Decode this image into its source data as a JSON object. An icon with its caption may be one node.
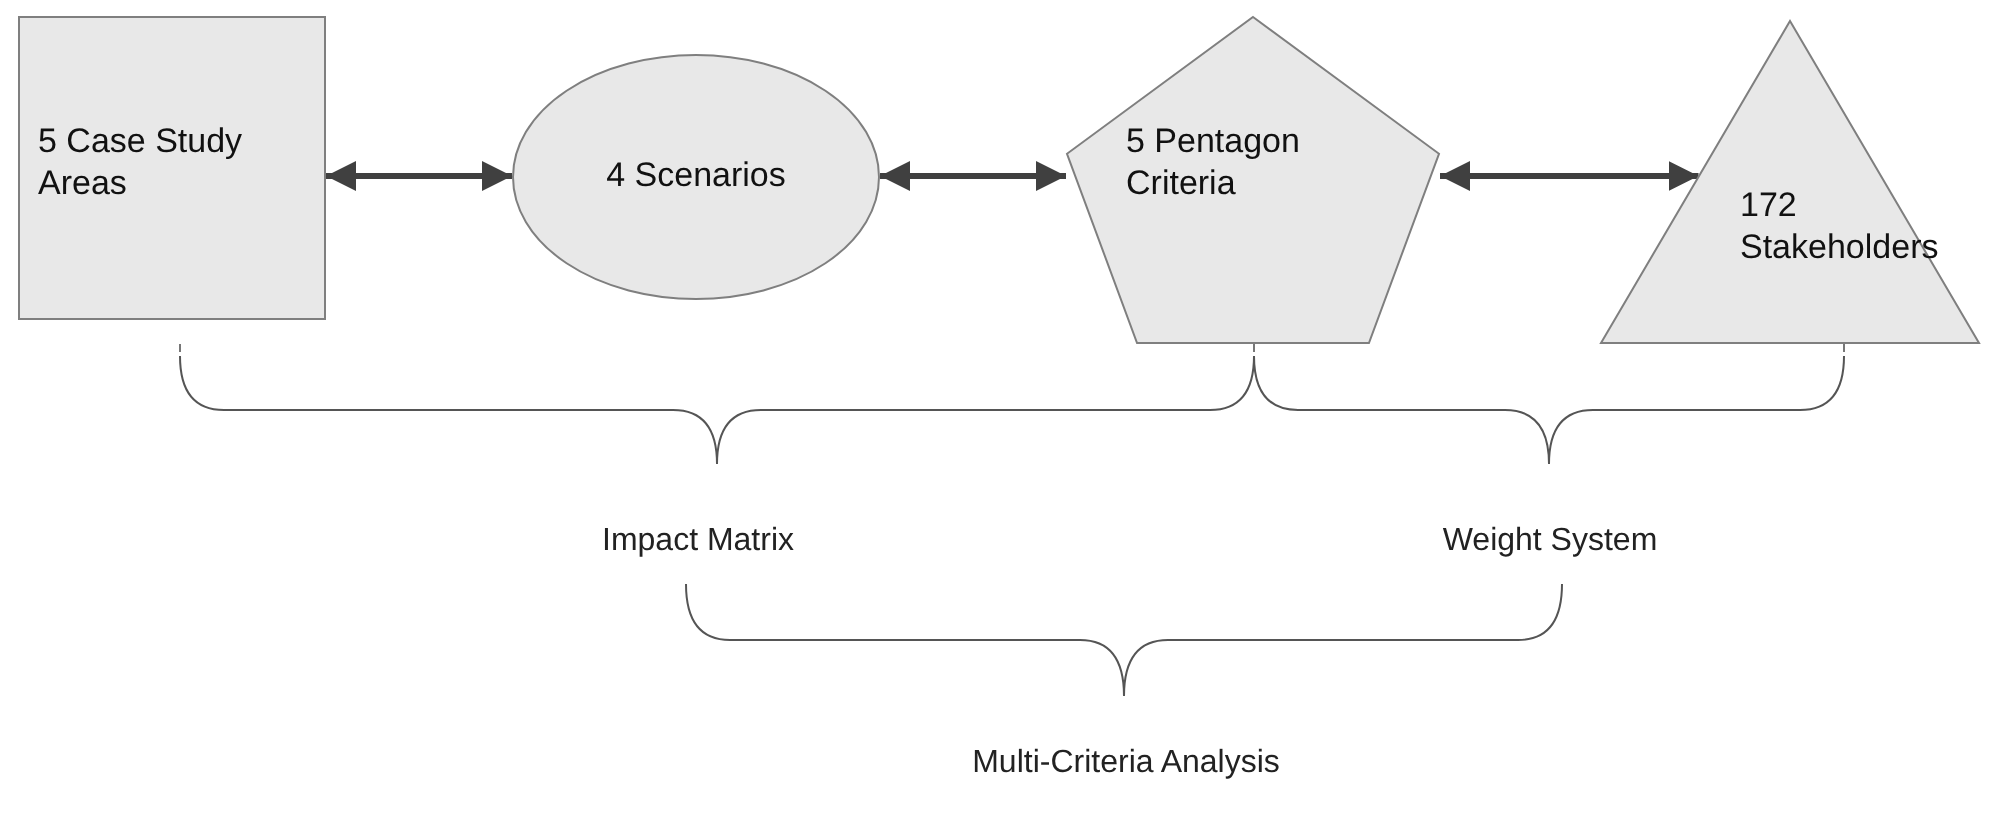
{
  "diagram": {
    "nodes": [
      {
        "text": [
          "5 Case Study Areas"
        ]
      },
      {
        "text": [
          "4 Scenarios"
        ]
      },
      {
        "text": [
          "5 Pentagon Criteria"
        ]
      },
      {
        "text": [
          "172 Stakeholders"
        ]
      }
    ],
    "edges": [
      {
        "from": 0,
        "to": 1,
        "arrow": "both"
      },
      {
        "from": 1,
        "to": 2,
        "arrow": "both"
      },
      {
        "from": 2,
        "to": 3,
        "arrow": "both"
      }
    ],
    "labels": [
      "Impact Matrix",
      "Weight System",
      "Multi-Criteria Analysis"
    ]
  }
}
